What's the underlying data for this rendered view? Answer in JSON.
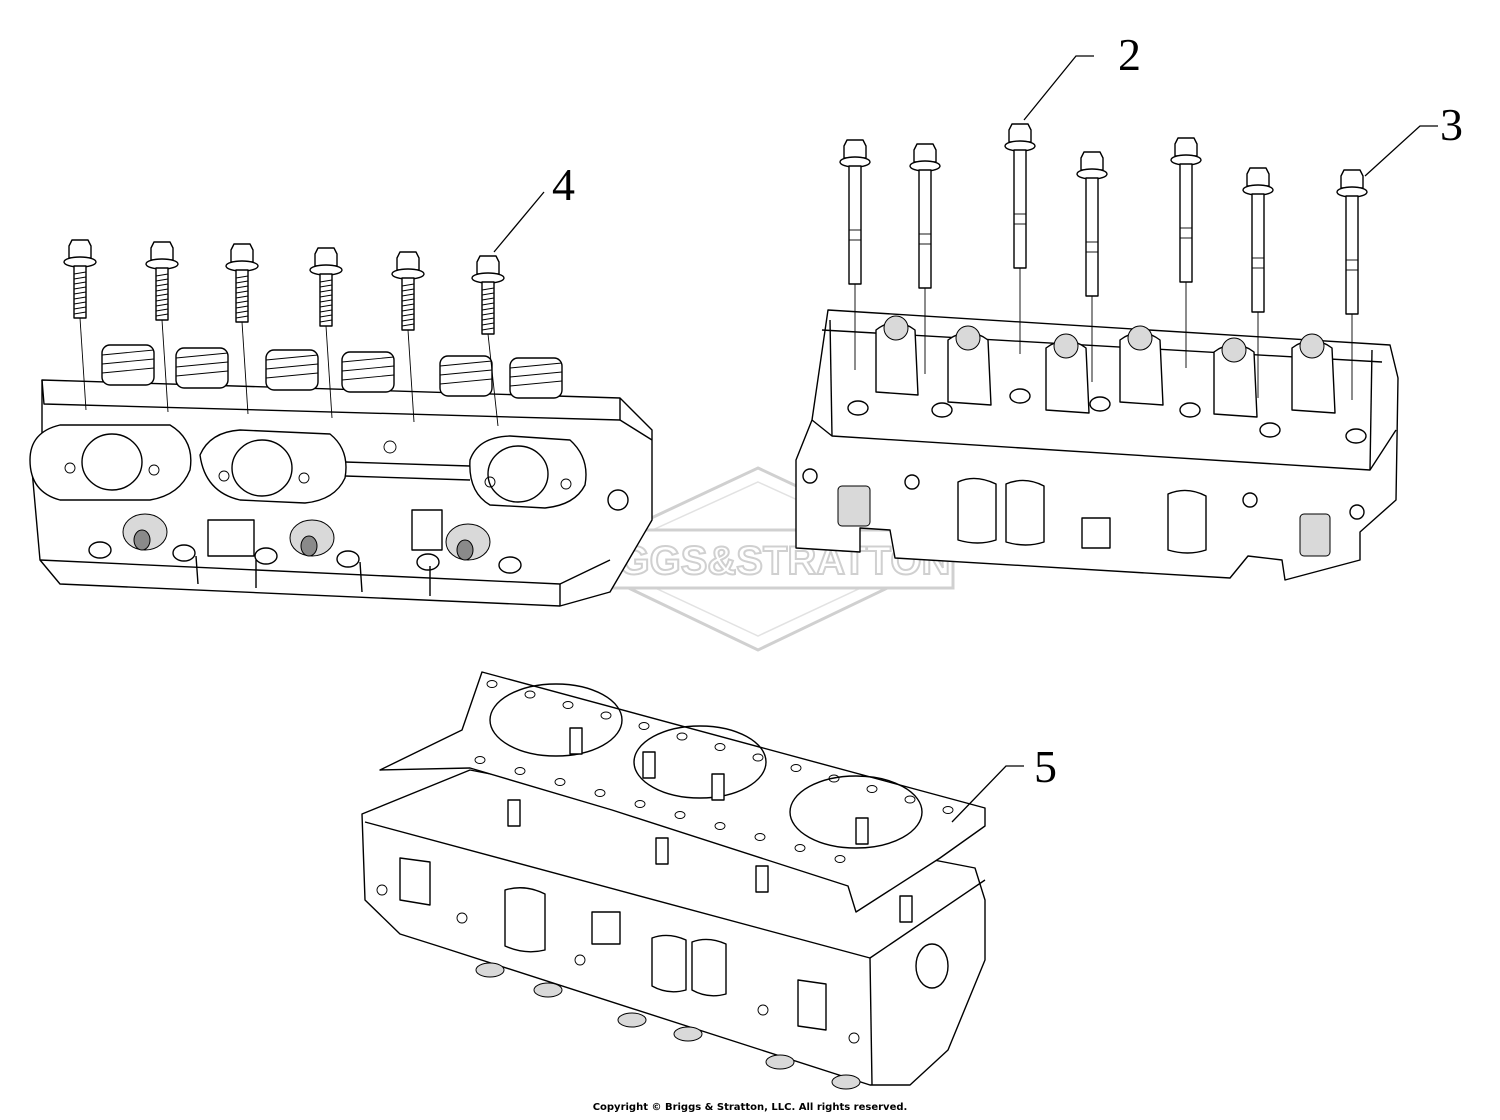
{
  "diagram": {
    "callouts": [
      {
        "id": "2",
        "label": "2"
      },
      {
        "id": "3",
        "label": "3"
      },
      {
        "id": "4",
        "label": "4"
      },
      {
        "id": "5",
        "label": "5"
      }
    ],
    "watermark": {
      "text": "BRIGGS&STRATTON",
      "color": "#d0d0d0"
    },
    "copyright": "Copyright © Briggs & Stratton, LLC. All rights reserved."
  }
}
